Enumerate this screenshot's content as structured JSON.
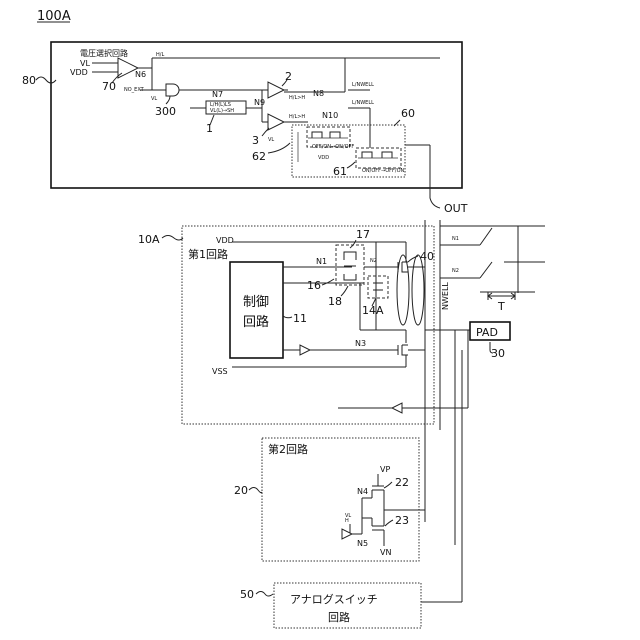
{
  "figure_label": "100A",
  "top_block": {
    "ref": "80",
    "voltage_select_title": "電圧選択回路",
    "inputs": [
      "VL",
      "VDD"
    ],
    "comparator_ref": "70",
    "node_n6": "N6",
    "small_vl": "VL",
    "small_hl": "H/L",
    "small_no_ext": "NO_EXT",
    "gate_ref": "300",
    "node_n7": "N7",
    "level_shifter_text": "L/H(L)LS\nVL(L)→SH",
    "level_shifter_ref": "1",
    "node_n9": "N9",
    "amp_top_ref": "2",
    "amp_top_text": "H/L>H",
    "node_n8": "N8",
    "amp_bottom_ref": "3",
    "amp_bottom_text": "H/L>H",
    "small_vl2": "VL",
    "node_n10": "N10",
    "lnwell1": "L/NWELL",
    "lnwell2": "L/NWELL",
    "switch_group_ref": "60",
    "sw_top_ref": "62",
    "sw_top_text": "OFF/ON→ON/OFF",
    "vdd_small": "VDD",
    "sw_bottom_ref": "61",
    "sw_bottom_text": "ON/OFF→OFF/ON"
  },
  "out_label": "OUT",
  "first_circuit": {
    "ref": "10A",
    "title": "第1回路",
    "vdd": "VDD",
    "vss": "VSS",
    "control_text_1": "制御",
    "control_text_2": "回路",
    "control_ref": "11",
    "node_n1": "N1",
    "node_n2": "N2",
    "node_n3": "N3",
    "ref_17": "17",
    "ref_16": "16",
    "ref_18": "18",
    "ref_14a": "14A",
    "ref_40": "40",
    "nwell": "NWELL"
  },
  "right_side": {
    "n1_small": "N1",
    "n2_small": "N2",
    "t_label": "T"
  },
  "pad": {
    "label": "PAD",
    "ref": "30"
  },
  "second_circuit": {
    "ref": "20",
    "title": "第2回路",
    "vp": "VP",
    "vn": "VN",
    "node_n4": "N4",
    "node_n5": "N5",
    "ref_22": "22",
    "ref_23": "23",
    "small_vl": "VL",
    "small_h": "H"
  },
  "analog_switch": {
    "ref": "50",
    "text_1": "アナログスイッチ",
    "text_2": "回路"
  }
}
